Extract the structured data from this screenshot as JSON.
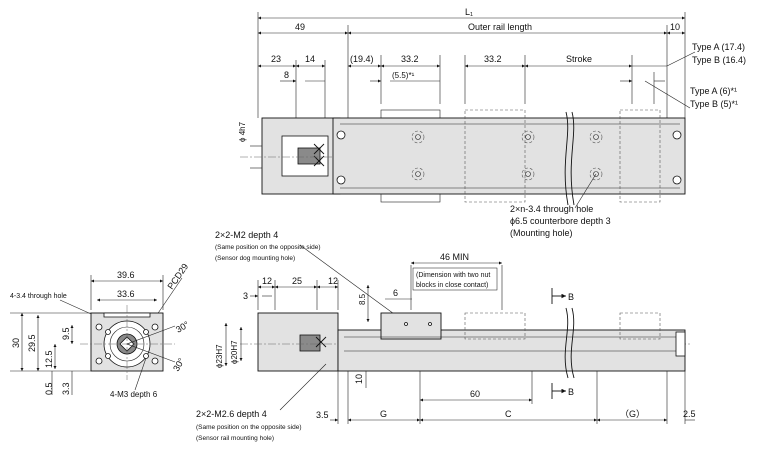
{
  "top_view": {
    "L1": "L₁",
    "dim_49": "49",
    "outer_rail_length": "Outer rail length",
    "dim_10": "10",
    "dim_23": "23",
    "dim_14": "14",
    "dim_19_4": "(19.4)",
    "dim_33_2_a": "33.2",
    "dim_33_2_b": "33.2",
    "stroke": "Stroke",
    "type_a_17": "Type A (17.4)",
    "type_b_16": "Type B (16.4)",
    "dim_8": "8",
    "dim_5_5": "(5.5)*¹",
    "type_a_6": "Type A (6)*¹",
    "type_b_5": "Type B (5)*¹",
    "shaft_dia": "ϕ 4h7",
    "hole_line1": "2×n-3.4 through hole",
    "hole_line2": "ϕ6.5 counterbore depth 3",
    "hole_line3": "(Mounting hole)"
  },
  "end_view": {
    "dim_39_6": "39.6",
    "dim_33_6": "33.6",
    "pcd": "PCD29",
    "through_hole": "4-3.4 through hole",
    "dim_30": "30",
    "dim_29_5": "29.5",
    "dim_9_5": "9.5",
    "dim_12_5": "12.5",
    "dim_0_5": "0.5",
    "dim_3_3": "3.3",
    "angle_30a": "30°",
    "angle_30b": "30°",
    "m3": "4-M3 depth 6"
  },
  "side_view": {
    "m2_line1": "2×2-M2 depth 4",
    "m2_line2": "(Same position on the opposite side)",
    "m2_line3": "(Sensor dog mounting hole)",
    "min_46": "46 MIN",
    "min_note1": "(Dimension with two nut",
    "min_note2": "blocks in close contact)",
    "dim_12a": "12",
    "dim_25": "25",
    "dim_12b": "12",
    "dim_3": "3",
    "dim_8_5": "8.5",
    "dim_6": "6",
    "dia_23": "ϕ23H7",
    "dia_20": "ϕ20H7",
    "dim_10": "10",
    "dim_60": "60",
    "section_b1": "B",
    "section_b2": "B",
    "m2_6_line1": "2×2-M2.6 depth 4",
    "m2_6_line2": "(Same position on the opposite side)",
    "m2_6_line3": "(Sensor rail mounting hole)",
    "dim_3_5": "3.5",
    "dim_G": "G",
    "dim_C": "C",
    "dim_G_paren": "（G）",
    "dim_2_5": "2.5"
  }
}
